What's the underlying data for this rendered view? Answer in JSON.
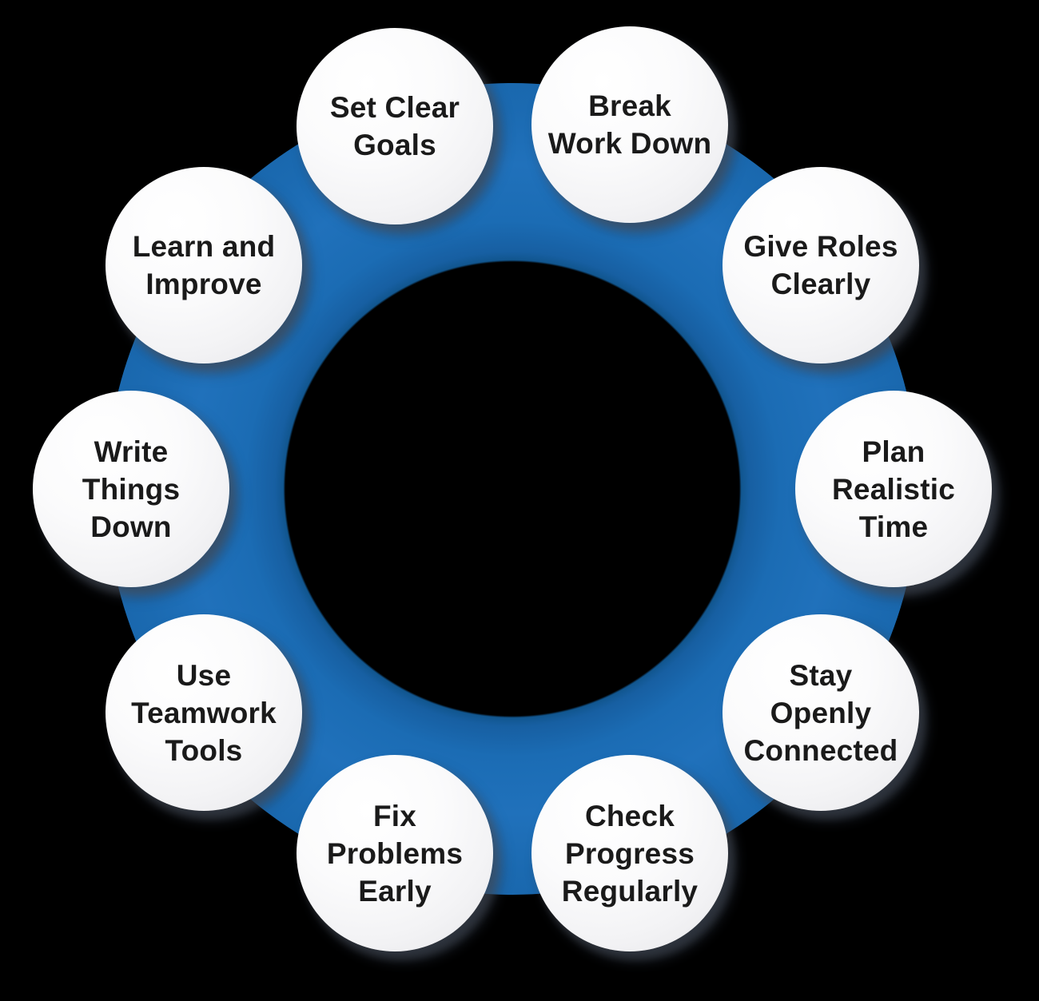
{
  "diagram": {
    "type": "cycle",
    "node_count": 10,
    "colors": {
      "background": "#000000",
      "ring_blue": "#1B6CB4",
      "ring_blue_dark_inner": "#11568F",
      "node_fill": "#F7F7F8",
      "node_text": "#1A1A1A",
      "shadow": "#2D3746"
    },
    "nodes": [
      {
        "id": "set-clear-goals",
        "label": "Set Clear\nGoals"
      },
      {
        "id": "break-work-down",
        "label": "Break\nWork Down"
      },
      {
        "id": "give-roles-clearly",
        "label": "Give Roles\nClearly"
      },
      {
        "id": "plan-realistic-time",
        "label": "Plan\nRealistic\nTime"
      },
      {
        "id": "stay-openly-connected",
        "label": "Stay\nOpenly\nConnected"
      },
      {
        "id": "check-progress-regularly",
        "label": "Check\nProgress\nRegularly"
      },
      {
        "id": "fix-problems-early",
        "label": "Fix\nProblems\nEarly"
      },
      {
        "id": "use-teamwork-tools",
        "label": "Use\nTeamwork\nTools"
      },
      {
        "id": "write-things-down",
        "label": "Write\nThings\nDown"
      },
      {
        "id": "learn-and-improve",
        "label": "Learn and\nImprove"
      }
    ]
  }
}
